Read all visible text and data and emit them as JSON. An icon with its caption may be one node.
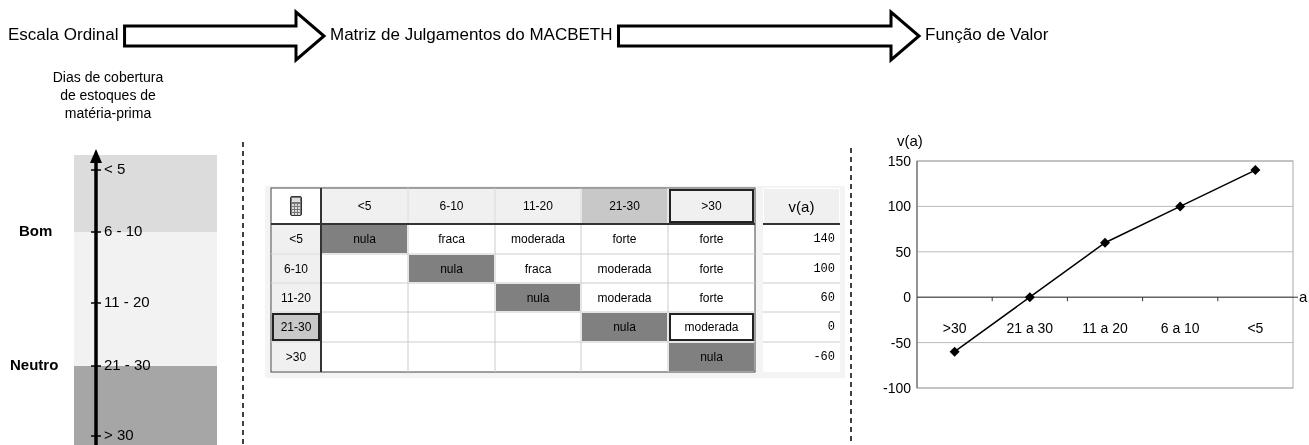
{
  "diagram": {
    "nodes": [
      {
        "text": [
          "Escala Ordinal"
        ]
      },
      {
        "text": [
          "Matriz de Julgamentos do MACBETH"
        ]
      },
      {
        "text": [
          "Função de Valor"
        ]
      }
    ],
    "edges": [
      {
        "from": 0,
        "to": 1,
        "arrow": "to"
      },
      {
        "from": 1,
        "to": 2,
        "arrow": "to"
      }
    ],
    "labels": [
      "Dias de cobertura de estoques de matéria-prima",
      "Bom",
      "Neutro",
      "< 5",
      "6 - 10",
      "11 - 20",
      "21 - 30",
      "> 30",
      "<5",
      "6-10",
      "11-20",
      "21-30",
      ">30",
      "v(a)",
      "<5",
      "nula",
      "fraca",
      "moderada",
      "forte",
      "forte",
      "140",
      "6-10",
      "nula",
      "fraca",
      "moderada",
      "forte",
      "100",
      "11-20",
      "nula",
      "moderada",
      "forte",
      "60",
      "21-30",
      "nula",
      "moderada",
      "0",
      ">30",
      "nula",
      "-60"
    ],
    "chart_data": {
      "type": "line",
      "xlabel": "a",
      "ylabel": "v(a)",
      "categories": [
        ">30",
        "21 a 30",
        "11 a 20",
        "6 a 10",
        "<5"
      ],
      "series": [
        {
          "color": "#000000",
          "marker": "diamond",
          "values": [
            -60,
            0,
            60,
            100,
            140
          ]
        }
      ],
      "grid": true,
      "ylim": [
        -100,
        150
      ],
      "yticks": [
        -100,
        -50,
        0,
        50,
        100,
        150
      ]
    }
  }
}
